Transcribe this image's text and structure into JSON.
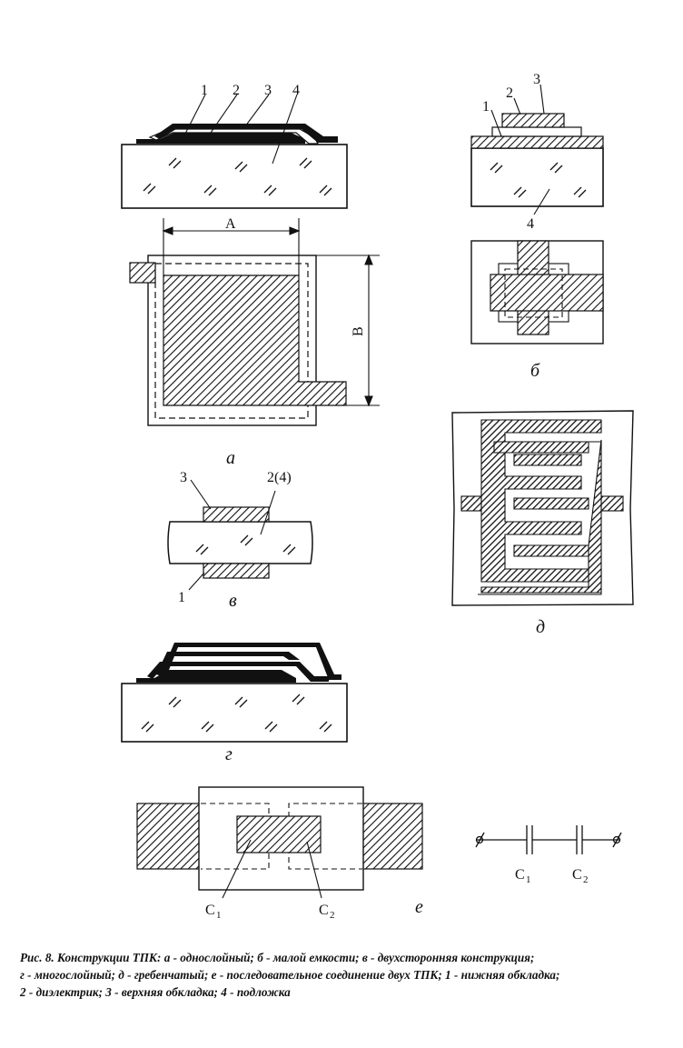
{
  "figure": {
    "a": {
      "layer_labels": [
        "1",
        "2",
        "3",
        "4"
      ],
      "dim_a": "A",
      "dim_b": "B",
      "sublabel": "а"
    },
    "b": {
      "layer_labels": [
        "1",
        "2",
        "3"
      ],
      "substrate_label": "4",
      "sublabel": "б"
    },
    "v": {
      "label_top": "3",
      "label_top_right": "2(4)",
      "label_bottom": "1",
      "sublabel": "в"
    },
    "g": {
      "sublabel": "г"
    },
    "d": {
      "sublabel": "д"
    },
    "e": {
      "c1": "C",
      "c1_sub": "1",
      "c2": "C",
      "c2_sub": "2",
      "sublabel": "е"
    },
    "circuit": {
      "c1": "C",
      "c1_sub": "1",
      "c2": "C",
      "c2_sub": "2"
    }
  },
  "caption": {
    "lines": [
      "Рис. 8.  Конструкции ТПК: а - однослойный; б - малой емкости; в - двухсторонняя конструкция;",
      "г - многослойный; д - гребенчатый; е - последовательное соединение двух ТПК; 1 - нижняя обкладка;",
      "2 - диэлектрик; 3 - верхняя обкладка; 4 - подложка"
    ]
  }
}
